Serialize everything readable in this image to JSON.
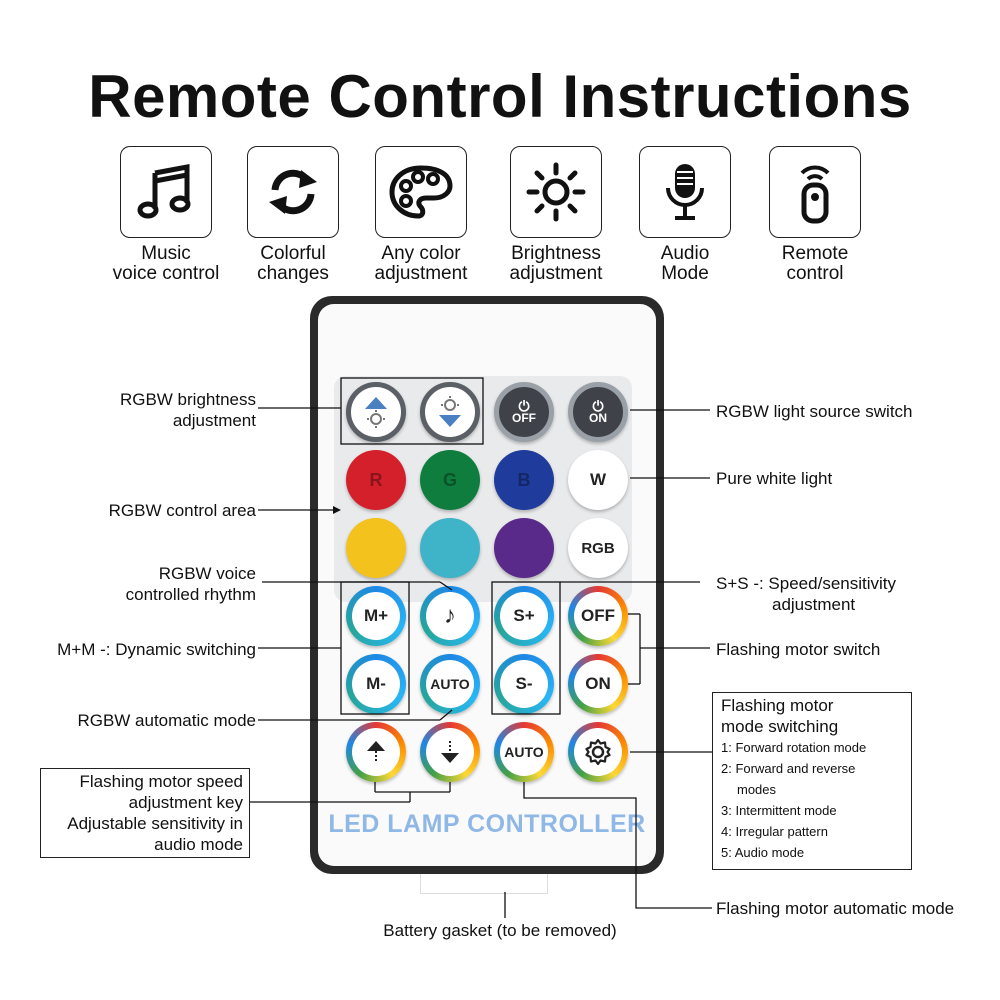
{
  "title": "Remote Control Instructions",
  "features": [
    {
      "icon": "music-note-icon",
      "line1": "Music",
      "line2": "voice control"
    },
    {
      "icon": "refresh-icon",
      "line1": "Colorful",
      "line2": "changes"
    },
    {
      "icon": "palette-icon",
      "line1": "Any color",
      "line2": "adjustment"
    },
    {
      "icon": "sun-brightness-icon",
      "line1": "Brightness",
      "line2": "adjustment"
    },
    {
      "icon": "microphone-icon",
      "line1": "Audio",
      "line2": "Mode"
    },
    {
      "icon": "remote-control-icon",
      "line1": "Remote",
      "line2": "control"
    }
  ],
  "remote": {
    "buttons": {
      "off": "OFF",
      "on": "ON",
      "r": "R",
      "g": "G",
      "b": "B",
      "w": "W",
      "rgb": "RGB",
      "m_plus": "M+",
      "music": "♪",
      "s_plus": "S+",
      "motor_off": "OFF",
      "m_minus": "M-",
      "auto": "AUTO",
      "s_minus": "S-",
      "motor_on": "ON",
      "motor_auto": "AUTO"
    },
    "colors": {
      "red": "#d4202a",
      "green": "#0f7d3e",
      "blue": "#1f3b9c",
      "yellow": "#f4c21c",
      "cyan": "#3fb3c8",
      "purple": "#5a2a8a"
    },
    "brand_text": "LED LAMP CONTROLLER"
  },
  "labels": {
    "brightness_line1": "RGBW brightness",
    "brightness_line2": "adjustment",
    "control_area": "RGBW control area",
    "voice_line1": "RGBW voice",
    "voice_line2": "controlled rhythm",
    "dynamic": "M+M -: Dynamic switching",
    "auto_mode": "RGBW automatic mode",
    "speed_key_line1": "Flashing motor speed",
    "speed_key_line2": "adjustment key",
    "speed_key_line3": "Adjustable sensitivity in",
    "speed_key_line4": "audio mode",
    "light_switch": "RGBW light source switch",
    "white_light": "Pure white light",
    "speed_sens_line1": "S+S -: Speed/sensitivity",
    "speed_sens_line2": "adjustment",
    "motor_switch": "Flashing motor switch",
    "mode_switch_line1": "Flashing motor",
    "mode_switch_line2": "mode switching",
    "modes": [
      "1: Forward rotation mode",
      "2: Forward and reverse",
      "modes",
      "3: Intermittent mode",
      "4: Irregular pattern",
      "5: Audio mode"
    ],
    "motor_auto": "Flashing motor automatic mode",
    "gasket": "Battery gasket (to be removed)"
  }
}
